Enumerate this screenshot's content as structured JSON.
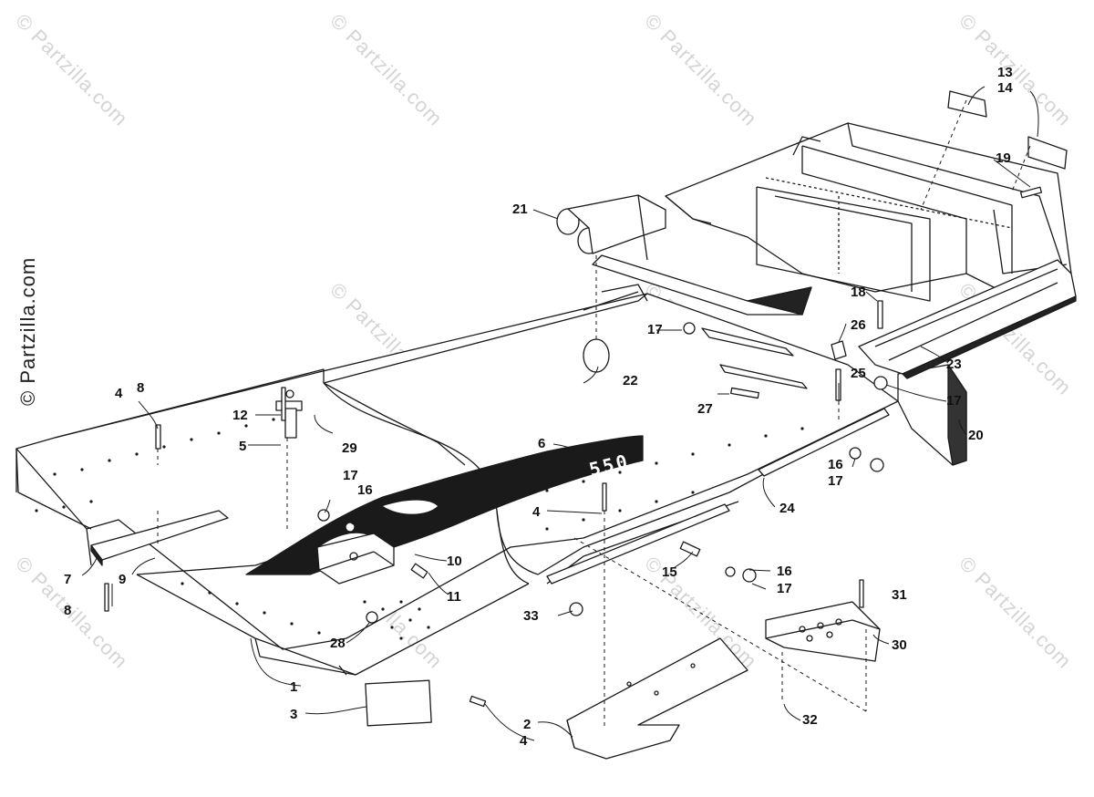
{
  "watermark": {
    "side_text": "© Partzilla.com",
    "tile_text": "© Partzilla.com"
  },
  "decal_text": "550",
  "callouts": [
    "1",
    "2",
    "3",
    "4",
    "4",
    "4",
    "5",
    "6",
    "7",
    "8",
    "8",
    "9",
    "10",
    "11",
    "12",
    "13",
    "14",
    "15",
    "16",
    "16",
    "16",
    "17",
    "17",
    "17",
    "17",
    "17",
    "18",
    "19",
    "20",
    "21",
    "22",
    "23",
    "24",
    "25",
    "26",
    "27",
    "28",
    "29",
    "30",
    "31",
    "32",
    "33"
  ],
  "colors": {
    "line": "#1a1a1a",
    "watermark": "#d4d4d4",
    "background": "#ffffff"
  }
}
